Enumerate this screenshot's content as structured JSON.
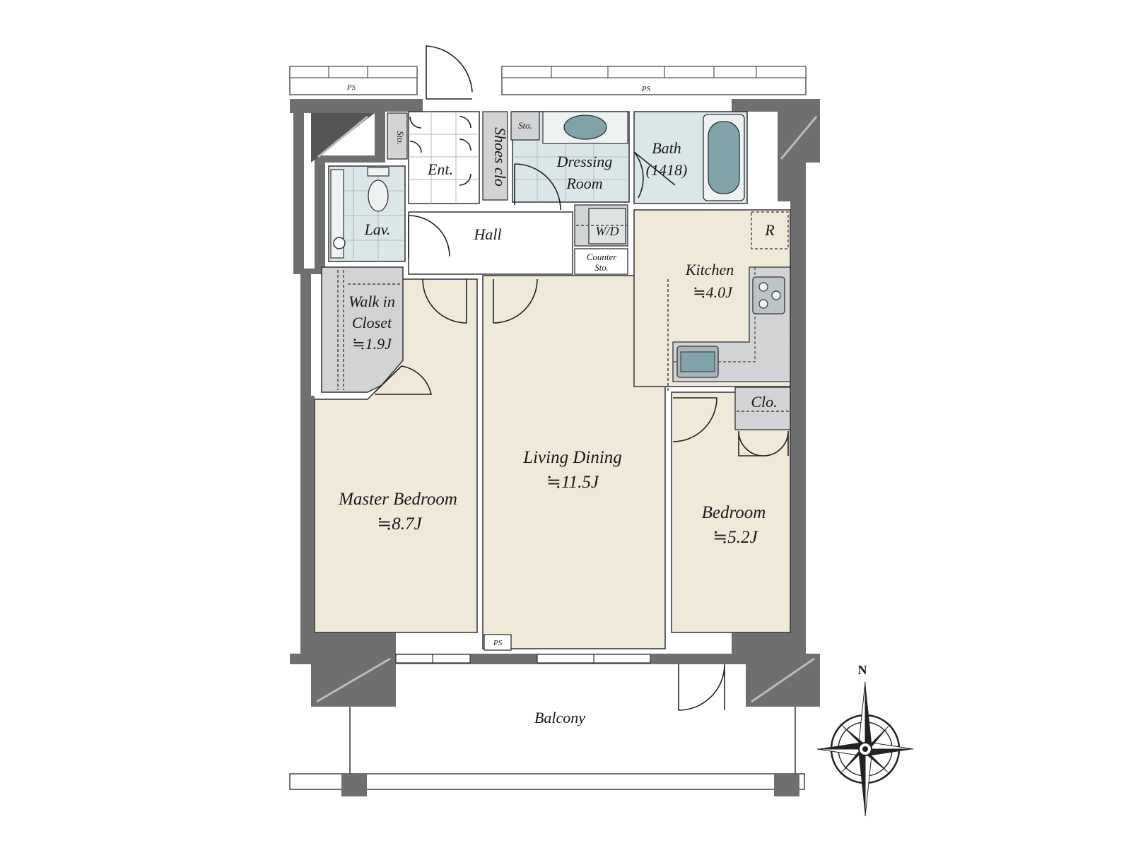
{
  "colors": {
    "room_floor": "#efe9da",
    "wet_floor": "#dbe6e8",
    "storage": "#d1d3d5",
    "wall": "#6f6f6f",
    "fixture": "#7fa3a8",
    "background": "#ffffff"
  },
  "rooms": {
    "entrance": "Ent.",
    "storage_small": "Sto.",
    "storage_dressing": "Sto.",
    "shoes_closet": "Shoes clo",
    "dressing_room_line1": "Dressing",
    "dressing_room_line2": "Room",
    "bath_line1": "Bath",
    "bath_line2": "(1418)",
    "lavatory": "Lav.",
    "hall": "Hall",
    "washer_dryer": "W/D",
    "refrigerator": "R",
    "counter_storage_line1": "Counter",
    "counter_storage_line2": "Sto.",
    "kitchen_name": "Kitchen",
    "kitchen_size": "≒4.0J",
    "walk_in_closet_line1": "Walk in",
    "walk_in_closet_line2": "Closet",
    "walk_in_closet_size": "≒1.9J",
    "living_dining_name": "Living Dining",
    "living_dining_size": "≒11.5J",
    "master_bedroom_name": "Master Bedroom",
    "master_bedroom_size": "≒8.7J",
    "bedroom_name": "Bedroom",
    "bedroom_size": "≒5.2J",
    "closet": "Clo.",
    "balcony": "Balcony"
  },
  "pipe_spaces": {
    "top_left": "PS",
    "top_right": "PS",
    "bottom": "PS"
  },
  "compass": {
    "north_label": "N",
    "icon": "compass-rose-icon"
  }
}
